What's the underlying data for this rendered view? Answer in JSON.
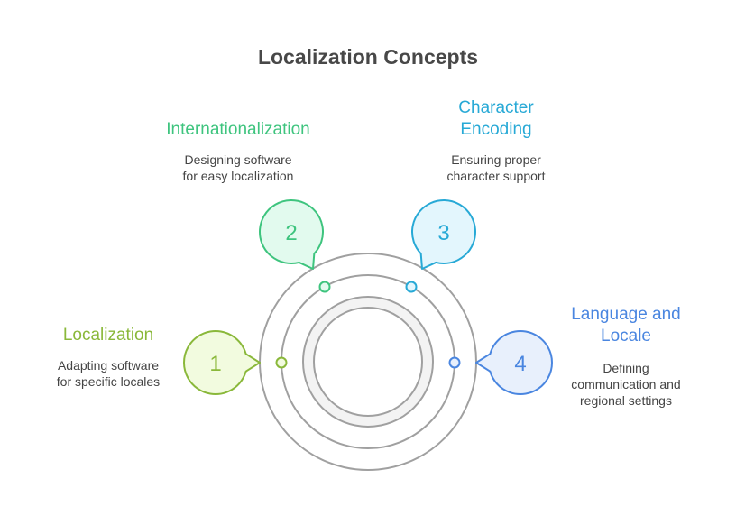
{
  "title": "Localization Concepts",
  "concepts": [
    {
      "number": "1",
      "heading": "Localization",
      "heading_lines": [
        "Localization"
      ],
      "description_lines": [
        "Adapting software",
        "for specific locales"
      ],
      "stroke": "#8ab83a",
      "fill": "#f2fbdf",
      "text_color": "#8ab83a"
    },
    {
      "number": "2",
      "heading": "Internationalization",
      "heading_lines": [
        "Internationalization"
      ],
      "description_lines": [
        "Designing software",
        "for easy localization"
      ],
      "stroke": "#3ec47e",
      "fill": "#e2faee",
      "text_color": "#3ec47e"
    },
    {
      "number": "3",
      "heading": "Character Encoding",
      "heading_lines": [
        "Character",
        "Encoding"
      ],
      "description_lines": [
        "Ensuring proper",
        "character support"
      ],
      "stroke": "#27a9d6",
      "fill": "#e3f6fd",
      "text_color": "#27a9d6"
    },
    {
      "number": "4",
      "heading": "Language and Locale",
      "heading_lines": [
        "Language and",
        "Locale"
      ],
      "description_lines": [
        "Defining",
        "communication and",
        "regional settings"
      ],
      "stroke": "#4a86e0",
      "fill": "#e8f0fc",
      "text_color": "#4a86e0"
    }
  ],
  "colors": {
    "ring": "#9e9e9e",
    "band_fill": "#f3f3f3",
    "title": "#484848",
    "description": "#444444"
  }
}
